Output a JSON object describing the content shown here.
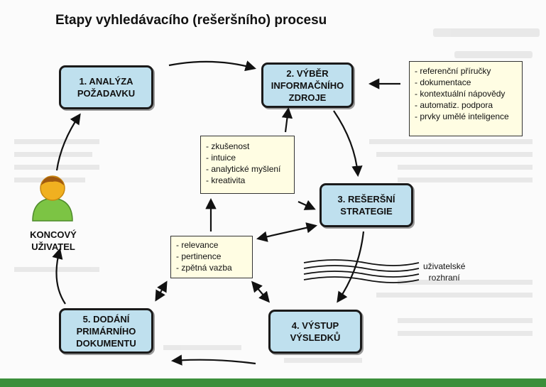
{
  "title": "Etapy vyhledávacího (rešeršního) procesu",
  "steps": [
    {
      "lines": [
        "1. ANALÝZA",
        "POŽADAVKU"
      ]
    },
    {
      "lines": [
        "2. VÝBĚR",
        "INFORMAČNÍHO",
        "ZDROJE"
      ]
    },
    {
      "lines": [
        "3. REŠERŠNÍ",
        "STRATEGIE"
      ]
    },
    {
      "lines": [
        "4. VÝSTUP",
        "VÝSLEDKŮ"
      ]
    },
    {
      "lines": [
        "5. DODÁNÍ",
        "PRIMÁRNÍHO",
        "DOKUMENTU"
      ]
    }
  ],
  "user": {
    "lines": [
      "KONCOVÝ",
      "UŽIVATEL"
    ]
  },
  "notes": {
    "sources": [
      "- referenční příručky",
      "- dokumentace",
      "- kontextuální nápovědy",
      "- automatiz. podpora",
      "- prvky umělé inteligence"
    ],
    "skills": [
      "- zkušenost",
      "- intuice",
      "- analytické myšlení",
      "- kreativita"
    ],
    "evaluation": [
      "- relevance",
      "- pertinence",
      "- zpětná vazba"
    ]
  },
  "interface_label": {
    "lines": [
      "uživatelské",
      "rozhraní"
    ]
  },
  "colors": {
    "step_fill": "#bfe0ee",
    "note_fill": "#fffde3",
    "bar": "#3b8f3b",
    "user_head": "#f0b020",
    "user_body": "#7cc444"
  }
}
